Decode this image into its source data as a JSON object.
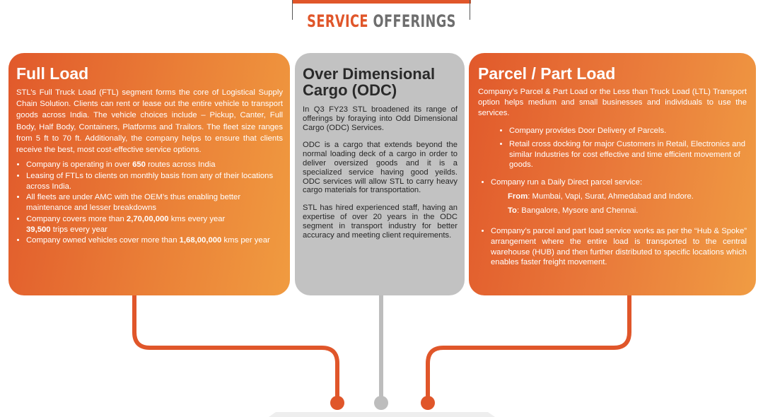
{
  "header": {
    "title_word1": "SERVICE",
    "title_word2": "OFFERINGS"
  },
  "colors": {
    "accent": "#e0562a",
    "grey_card": "#c2c2c2",
    "connector_orange": "#e0562a",
    "connector_grey": "#bdbdbd"
  },
  "full_load": {
    "title": "Full Load",
    "intro": "STL’s Full Truck Load (FTL) segment forms the core of Logistical Supply Chain Solution. Clients can rent or lease out the entire vehicle to transport goods across India. The vehicle choices include – Pickup, Canter, Full Body, Half Body, Containers, Platforms and Trailors. The fleet size ranges from 5 ft to 70 ft. Additionally, the company helps to ensure that clients receive the best, most cost-effective service options.",
    "b1_pre": "Company is operating in over ",
    "b1_bold": "650",
    "b1_post": " routes across India",
    "b2": "Leasing of FTLs to clients on monthly basis from any of their locations across India.",
    "b3": "All fleets are under AMC with the OEM’s thus enabling better maintenance and lesser breakdowns",
    "b4_pre": "Company covers more than ",
    "b4_bold": "2,70,00,000",
    "b4_post": " kms every year",
    "b4_bold2": "39,500",
    "b4_post2": " trips every year",
    "b5_pre": "Company owned vehicles cover more than ",
    "b5_bold": "1,68,00,000",
    "b5_post": " kms per year"
  },
  "odc": {
    "title": "Over Dimensional Cargo (ODC)",
    "p1": "In Q3 FY23 STL broadened its range of offerings by foraying into Odd Dimensional Cargo (ODC) Services.",
    "p2": "ODC is a cargo that extends beyond the normal loading deck of a cargo in order to deliver oversized goods and it is a specialized service having good yeilds. ODC services will allow STL to carry heavy cargo materials for transportation.",
    "p3": "STL has hired experienced staff, having an expertise of over 20 years in the ODC segment in transport industry for better accuracy and meeting client requirements."
  },
  "parcel": {
    "title": "Parcel / Part Load",
    "intro": "Company’s Parcel & Part Load or the Less than Truck Load (LTL) Transport option helps medium and small businesses and individuals to use the services.",
    "sub1": "Company provides Door Delivery of Parcels.",
    "sub2": "Retail cross docking for major Customers in Retail, Electronics and similar Industries for cost effective and time efficient movement of goods.",
    "daily": "Company run a Daily Direct parcel service:",
    "from_label": "From",
    "from_value": ": Mumbai, Vapi, Surat, Ahmedabad and Indore.",
    "to_label": "To",
    "to_value": ": Bangalore, Mysore and Chennai.",
    "hub": "Company’s parcel and part load service works as per the “Hub & Spoke” arrangement where the entire load is transported to the central warehouse (HUB) and then further distributed to specific locations which enables faster freight movement."
  }
}
